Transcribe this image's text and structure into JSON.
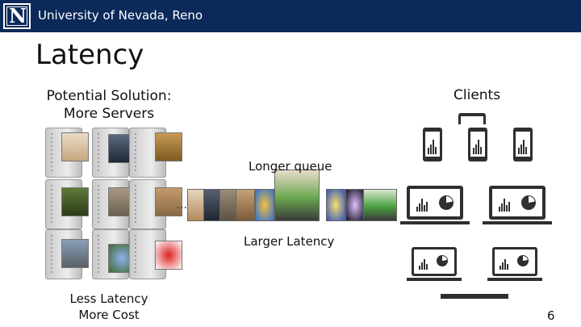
{
  "header": {
    "logo_letter": "N",
    "university": "University of Nevada, Reno"
  },
  "slide": {
    "title": "Latency",
    "potential_solution": [
      "Potential Solution:",
      "More Servers"
    ],
    "clients_label": "Clients",
    "longer_queue_label": "Longer queue",
    "larger_latency_label": "Larger Latency",
    "tradeoff": [
      "Less Latency",
      "More Cost"
    ],
    "page_number": "6"
  },
  "icons": {
    "server": "server-tower-icon",
    "phone": "phone-chart-icon",
    "laptop": "laptop-chart-icon"
  },
  "colors": {
    "header_bg": "#0b2a5a",
    "device": "#2f2f2f"
  }
}
